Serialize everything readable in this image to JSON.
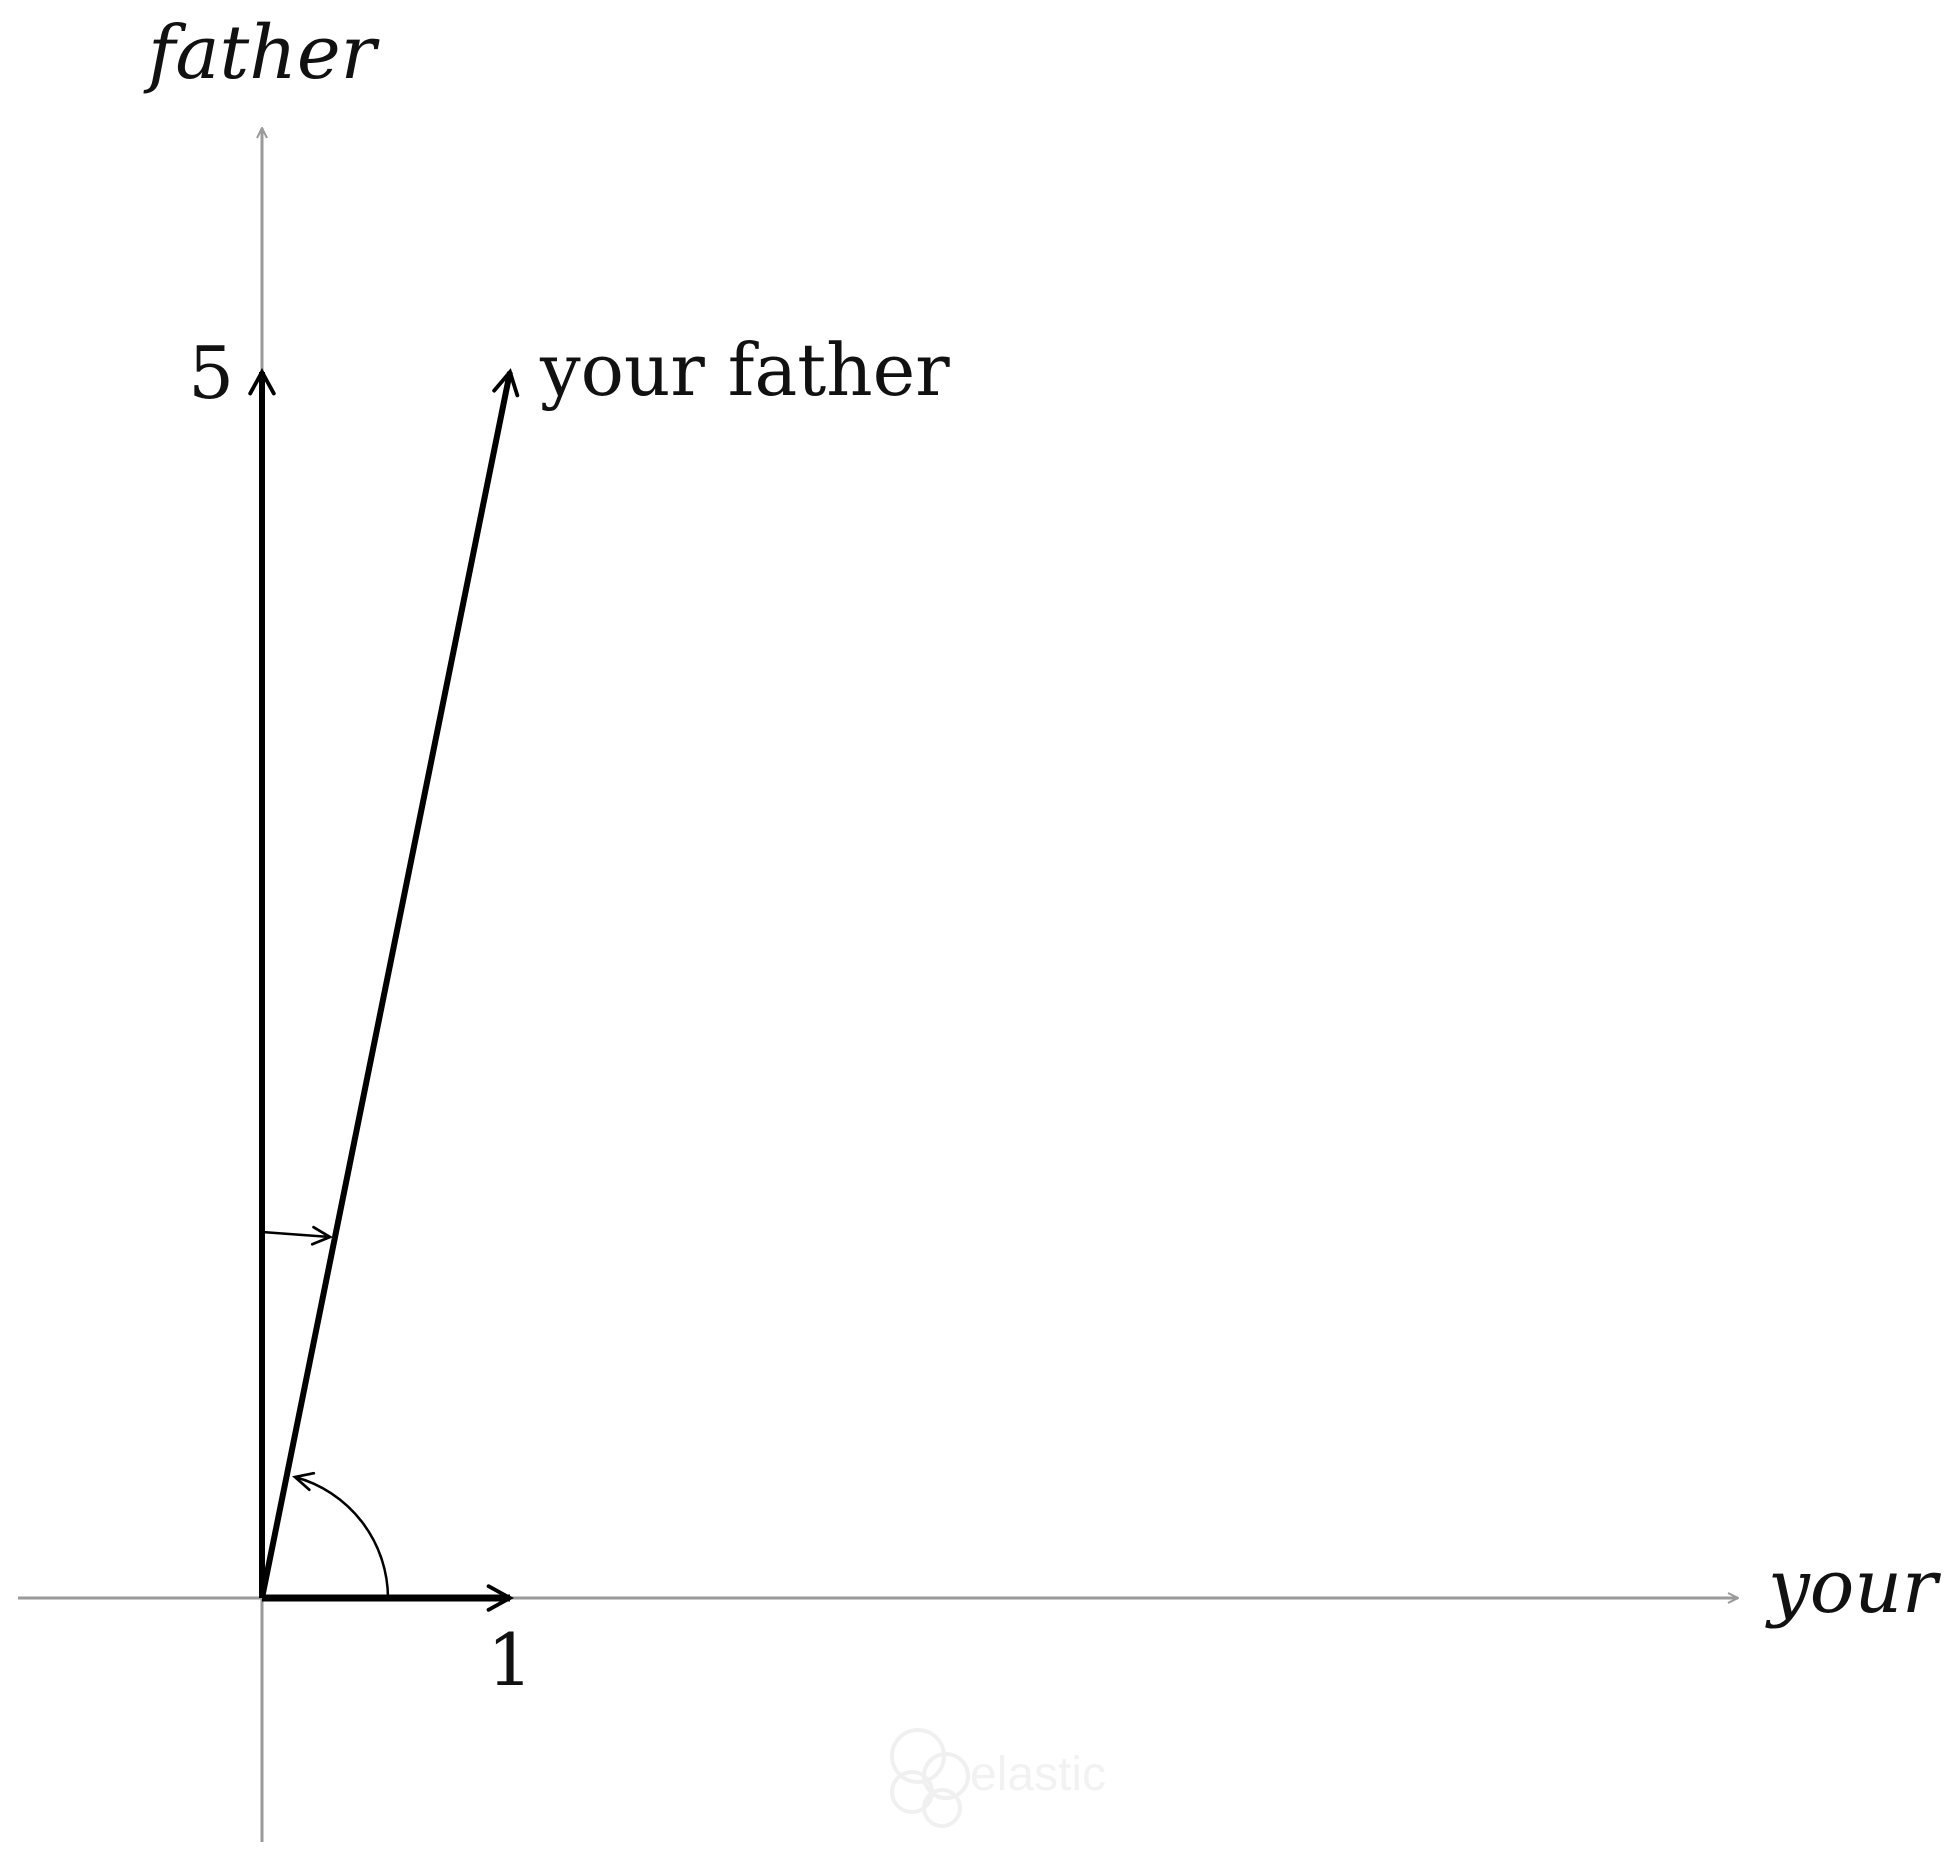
{
  "diagram": {
    "axes": {
      "x_label": "your",
      "y_label": "father"
    },
    "ticks": {
      "x_tick": "1",
      "y_tick": "5"
    },
    "vectors": [
      {
        "name": "your",
        "x": 1,
        "y": 0,
        "label": ""
      },
      {
        "name": "father",
        "x": 0,
        "y": 5,
        "label": ""
      },
      {
        "name": "your father",
        "x": 1,
        "y": 5,
        "label": "your father"
      }
    ],
    "annotations": {
      "angle_arc_from_x_axis": true,
      "small_arrow_from_y_axis": true
    },
    "colors": {
      "axis": "#9a9a9a",
      "vector": "#000000",
      "watermark": "#eeeeee"
    },
    "watermark": {
      "text": "elastic",
      "icon": "elastic-logo-icon"
    }
  }
}
